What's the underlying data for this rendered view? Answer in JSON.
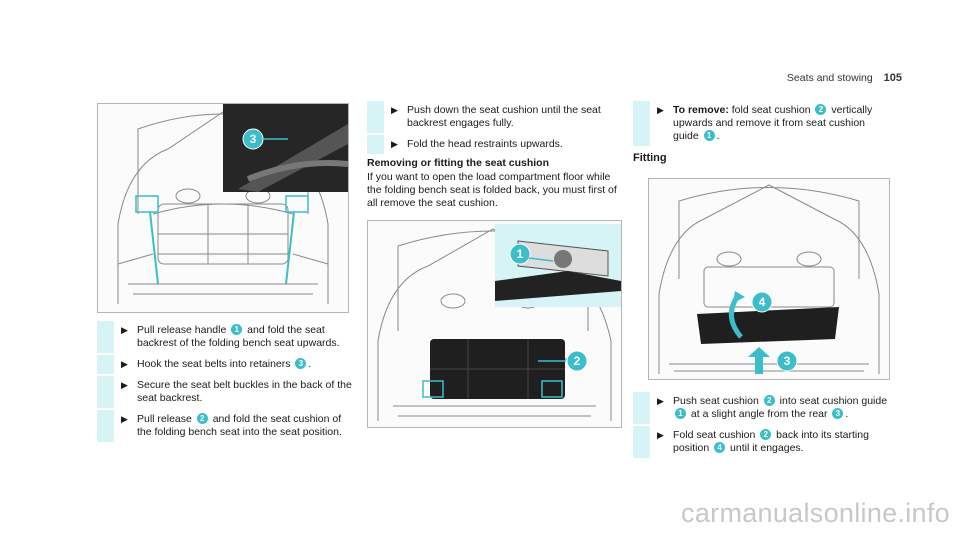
{
  "header": {
    "section": "Seats and stowing",
    "page": "105"
  },
  "col1": {
    "steps": [
      {
        "parts": [
          "Pull release handle ",
          "1",
          " and fold the seat backrest of the folding bench seat upwards."
        ]
      },
      {
        "parts": [
          "Hook the seat belts into retainers ",
          "3",
          "."
        ]
      },
      {
        "parts": [
          "Secure the seat belt buckles in the back of the seat backrest."
        ]
      },
      {
        "parts": [
          "Pull release ",
          "2",
          " and fold the seat cushion of the folding bench seat into the seat position."
        ]
      }
    ],
    "fig_callouts": [
      "3"
    ]
  },
  "col2": {
    "steps": [
      {
        "parts": [
          "Push down the seat cushion until the seat backrest engages fully."
        ]
      },
      {
        "parts": [
          "Fold the head restraints upwards."
        ]
      }
    ],
    "heading": "Removing or fitting the seat cushion",
    "paragraph": "If you want to open the load compartment floor while the folding bench seat is folded back, you must first of all remove the seat cushion.",
    "fig_callouts": [
      "1",
      "2"
    ]
  },
  "col3": {
    "remove_step": {
      "label": "To remove:",
      "parts": [
        " fold seat cushion ",
        "2",
        " vertically upwards and remove it from seat cushion guide ",
        "1",
        "."
      ]
    },
    "fitting_heading": "Fitting",
    "steps": [
      {
        "parts": [
          "Push seat cushion ",
          "2",
          " into seat cushion guide ",
          "1",
          " at a slight angle from the rear ",
          "3",
          "."
        ]
      },
      {
        "parts": [
          "Fold seat cushion ",
          "2",
          " back into its starting position ",
          "4",
          " until it engages."
        ]
      }
    ],
    "fig_callouts": [
      "4",
      "3"
    ]
  },
  "watermark": "carmanualsonline.info",
  "colors": {
    "accent": "#3bbec9",
    "bar": "#d6f4f6",
    "line": "#8a8a8a"
  }
}
